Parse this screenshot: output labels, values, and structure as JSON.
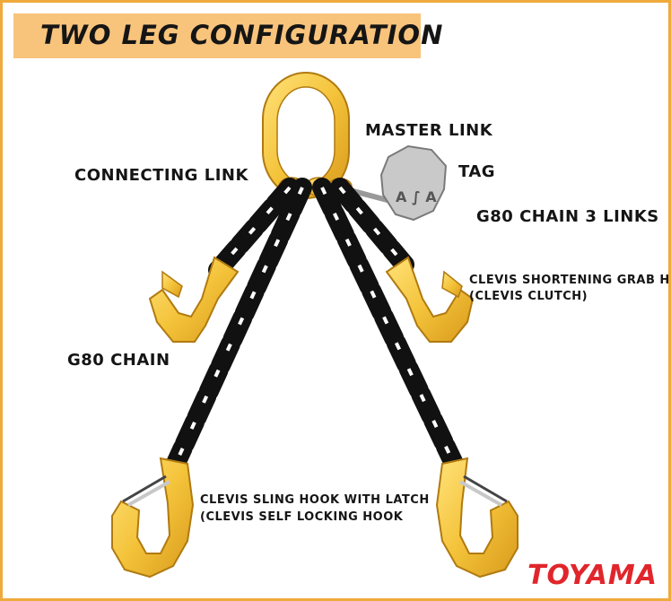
{
  "title": "TWO LEG CONFIGURATION",
  "labels": {
    "master_link": "MASTER LINK",
    "connecting_link": "CONNECTING LINK",
    "tag": "TAG",
    "g80_chain_3_links": "G80 CHAIN 3 LINKS",
    "clevis_shortening_line1": "CLEVIS SHORTENING GRAB H",
    "clevis_shortening_line2": "(CLEVIS CLUTCH)",
    "g80_chain": "G80 CHAIN",
    "clevis_sling_line1": "CLEVIS SLING HOOK WITH LATCH",
    "clevis_sling_line2": "(CLEVIS SELF LOCKING HOOK"
  },
  "brand": "TOYAMA",
  "colors": {
    "frame": "#f0a93c",
    "banner": "#f8c37b",
    "hardware_yellow": "#f4c33a",
    "chain": "#111111",
    "brand": "#e0262c"
  }
}
